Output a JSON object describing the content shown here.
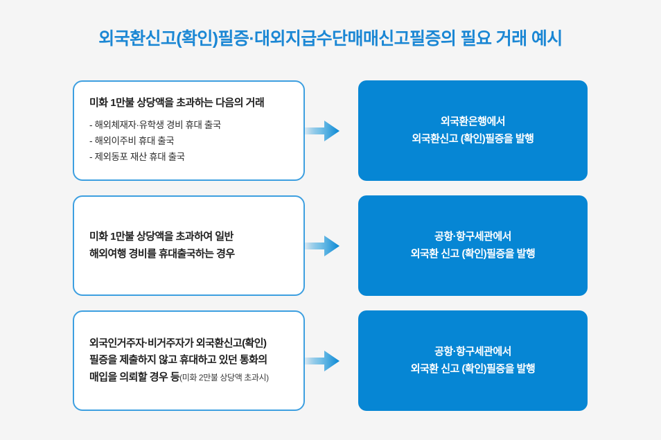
{
  "page": {
    "title": "외국환신고(확인)필증·대외지급수단매매신고필증의 필요 거래 예시",
    "background_color": "#f5f5f5",
    "accent_color": "#0686d4",
    "title_color": "#1b87d4",
    "outline_color": "#3d9fe0"
  },
  "rows": [
    {
      "left": {
        "headline": "미화 1만불 상당액을 초과하는 다음의 거래",
        "bullets": [
          "- 해외체재자·유학생 경비 휴대 출국",
          "- 해외이주비 휴대 출국",
          "- 제외동포 재산 휴대 출국"
        ],
        "lines": [],
        "note": ""
      },
      "arrow": {
        "icon": "arrow-right-icon"
      },
      "right": {
        "lines": [
          "외국환은행에서",
          "외국환신고 (확인)필증을 발행"
        ]
      }
    },
    {
      "left": {
        "headline": "",
        "bullets": [],
        "lines": [
          "미화 1만불 상당액을 초과하여 일반",
          "해외여행 경비를 휴대출국하는 경우"
        ],
        "note": ""
      },
      "arrow": {
        "icon": "arrow-right-icon"
      },
      "right": {
        "lines": [
          "공항·항구세관에서",
          "외국환 신고 (확인)필증을 발행"
        ]
      }
    },
    {
      "left": {
        "headline": "",
        "bullets": [],
        "lines": [
          "외국인거주자·비거주자가 외국환신고(확인)",
          "필증을 제출하지 않고 휴대하고 있던 통화의",
          "매입을 의뢰할 경우 등"
        ],
        "note": "(미화 2만불 상당액 초과시)"
      },
      "arrow": {
        "icon": "arrow-right-icon"
      },
      "right": {
        "lines": [
          "공항·항구세관에서",
          "외국환 신고 (확인)필증을 발행"
        ]
      }
    }
  ]
}
